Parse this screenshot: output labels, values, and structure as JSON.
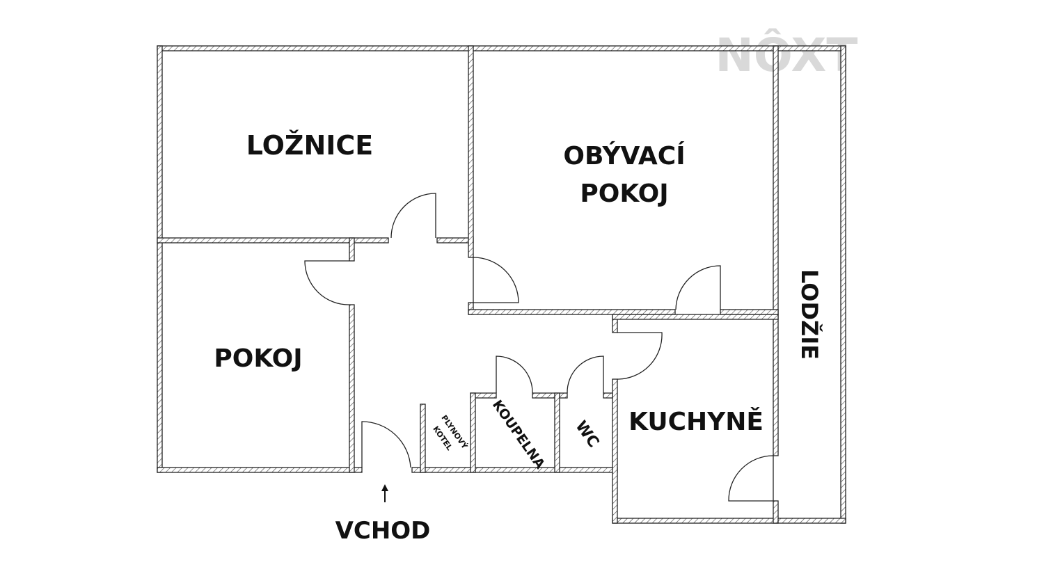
{
  "plan": {
    "rooms": {
      "loznice": "LOŽNICE",
      "obyvaci_1": "OBÝVACÍ",
      "obyvaci_2": "POKOJ",
      "pokoj": "POKOJ",
      "kuchyne": "KUCHYNĚ",
      "lodzie": "LODŽIE",
      "koupelna": "KOUPELNA",
      "wc": "WC",
      "kotel_1": "PLYNOVÝ",
      "kotel_2": "KOTEL"
    },
    "entrance": "VCHOD",
    "entrance_icon": "arrow-up-icon"
  },
  "logo": {
    "text": "NÔXT"
  },
  "colors": {
    "wall": "#222222",
    "logo": "#d9d9d9"
  }
}
